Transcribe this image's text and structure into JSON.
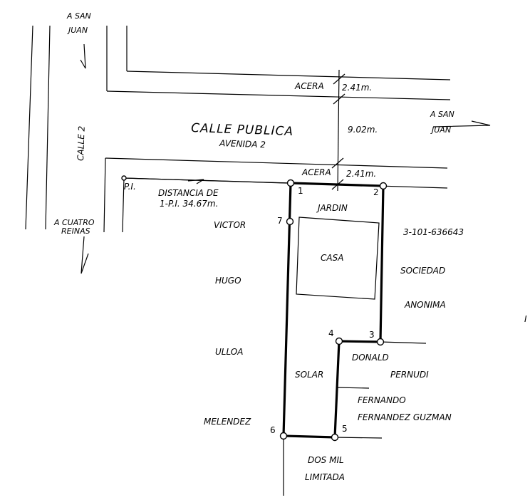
{
  "streets": {
    "calle_publica": "CALLE PUBLICA",
    "avenida": "AVENIDA 2",
    "calle_2": "CALLE 2"
  },
  "directions": {
    "san_juan_top_1": "A SAN",
    "san_juan_top_2": "JUAN",
    "san_juan_right_1": "A SAN",
    "san_juan_right_2": "JUAN",
    "cuatro_reinas_1": "A CUATRO",
    "cuatro_reinas_2": "REINAS"
  },
  "dimensions": {
    "acera_label_top": "ACERA",
    "acera_width_top": "2.41m.",
    "street_width": "9.02m.",
    "acera_label_bottom": "ACERA",
    "acera_width_bottom": "2.41m."
  },
  "reference": {
    "pi_label": "P.I.",
    "distance_line1": "DISTANCIA DE",
    "distance_line2": "1-P.I. 34.67m."
  },
  "vertices": [
    "1",
    "2",
    "3",
    "4",
    "5",
    "6",
    "7"
  ],
  "areas": {
    "jardin": "JARDIN",
    "casa": "CASA",
    "solar": "SOLAR"
  },
  "neighbors": {
    "left": [
      "VICTOR",
      "HUGO",
      "ULLOA",
      "MELENDEZ"
    ],
    "right_company": [
      "3-101-636643",
      "SOCIEDAD",
      "ANONIMA"
    ],
    "right_donald": [
      "DONALD",
      "PERNUDI"
    ],
    "right_fernando": [
      "FERNANDO",
      "FERNANDEZ GUZMAN"
    ],
    "bottom": [
      "DOS MIL",
      "LIMITADA"
    ]
  },
  "edge_mark": "I"
}
